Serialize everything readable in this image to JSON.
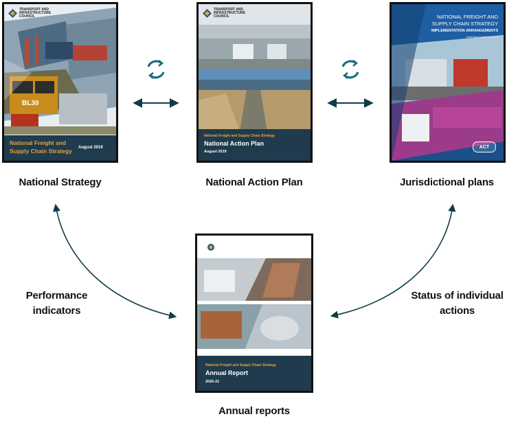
{
  "covers": {
    "strategy": {
      "org": "TRANSPORT AND INFRASTRUCTURE COUNCIL",
      "title_line1": "National Freight and",
      "title_line2": "Supply Chain Strategy",
      "date": "August 2019",
      "train_number": "BL30"
    },
    "action_plan": {
      "org": "TRANSPORT AND INFRASTRUCTURE COUNCIL",
      "subtitle": "National Freight and Supply Chain Strategy",
      "title": "National Action Plan",
      "date": "August 2019"
    },
    "jurisdictional": {
      "title_line1": "NATIONAL FREIGHT AND",
      "title_line2": "SUPPLY CHAIN STRATEGY",
      "subtitle": "IMPLEMENTATION ARRANGEMENTS",
      "territory": "Australian Capital Territory",
      "badge": "ACT"
    },
    "annual": {
      "subtitle": "National Freight and Supply Chain Strategy",
      "title": "Annual Report",
      "year": "2020-21"
    }
  },
  "labels": {
    "national_strategy": "National Strategy",
    "national_action_plan": "National Action Plan",
    "jurisdictional_plans": "Jurisdictional plans",
    "annual_reports": "Annual reports",
    "performance_line1": "Performance",
    "performance_line2": "indicators",
    "status_line1": "Status of individual",
    "status_line2": "actions"
  },
  "colors": {
    "navy": "#1f3b4d",
    "orange": "#e8a23a",
    "teal": "#1a6e7c",
    "arrow": "#0e3b48"
  }
}
